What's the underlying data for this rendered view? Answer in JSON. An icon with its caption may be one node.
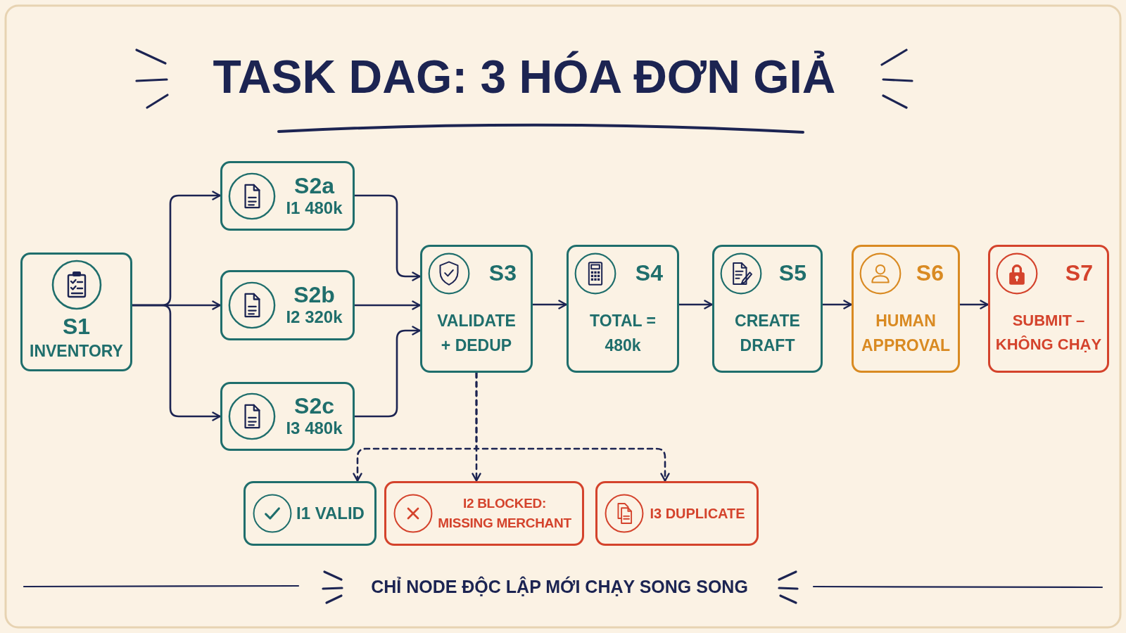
{
  "diagram": {
    "title": "TASK DAG: 3 HÓA ĐƠN GIẢ",
    "caption": "CHỈ NODE ĐỘC LẬP MỚI CHẠY SONG SONG",
    "nodes": [
      {
        "text": [
          "S1",
          "INVENTORY"
        ]
      },
      {
        "text": [
          "S2a",
          "I1 480k"
        ]
      },
      {
        "text": [
          "S2b",
          "I2 320k"
        ]
      },
      {
        "text": [
          "S2c",
          "I3 480k"
        ]
      },
      {
        "text": [
          "S3",
          "VALIDATE + DEDUP"
        ]
      },
      {
        "text": [
          "S4",
          "TOTAL = 480k"
        ]
      },
      {
        "text": [
          "S5",
          "CREATE DRAFT"
        ]
      },
      {
        "text": [
          "S6",
          "HUMAN APPROVAL"
        ]
      },
      {
        "text": [
          "S7",
          "SUBMIT – KHÔNG CHẠY"
        ]
      },
      {
        "text": [
          "I1 VALID"
        ]
      },
      {
        "text": [
          "I2 BLOCKED: MISSING MERCHANT"
        ]
      },
      {
        "text": [
          "I3 DUPLICATE"
        ]
      }
    ],
    "edges": [
      {
        "from": 0,
        "to": 1,
        "arrow": "to"
      },
      {
        "from": 0,
        "to": 2,
        "arrow": "to"
      },
      {
        "from": 0,
        "to": 3,
        "arrow": "to"
      },
      {
        "from": 1,
        "to": 4,
        "arrow": "to"
      },
      {
        "from": 2,
        "to": 4,
        "arrow": "to"
      },
      {
        "from": 3,
        "to": 4,
        "arrow": "to"
      },
      {
        "from": 4,
        "to": 5,
        "arrow": "to"
      },
      {
        "from": 5,
        "to": 6,
        "arrow": "to"
      },
      {
        "from": 6,
        "to": 7,
        "arrow": "to"
      },
      {
        "from": 7,
        "to": 8,
        "arrow": "to"
      },
      {
        "from": 4,
        "to": 9,
        "arrow": "to",
        "style": "dashed"
      },
      {
        "from": 4,
        "to": 10,
        "arrow": "to",
        "style": "dashed"
      },
      {
        "from": 4,
        "to": 11,
        "arrow": "to",
        "style": "dashed"
      }
    ]
  }
}
